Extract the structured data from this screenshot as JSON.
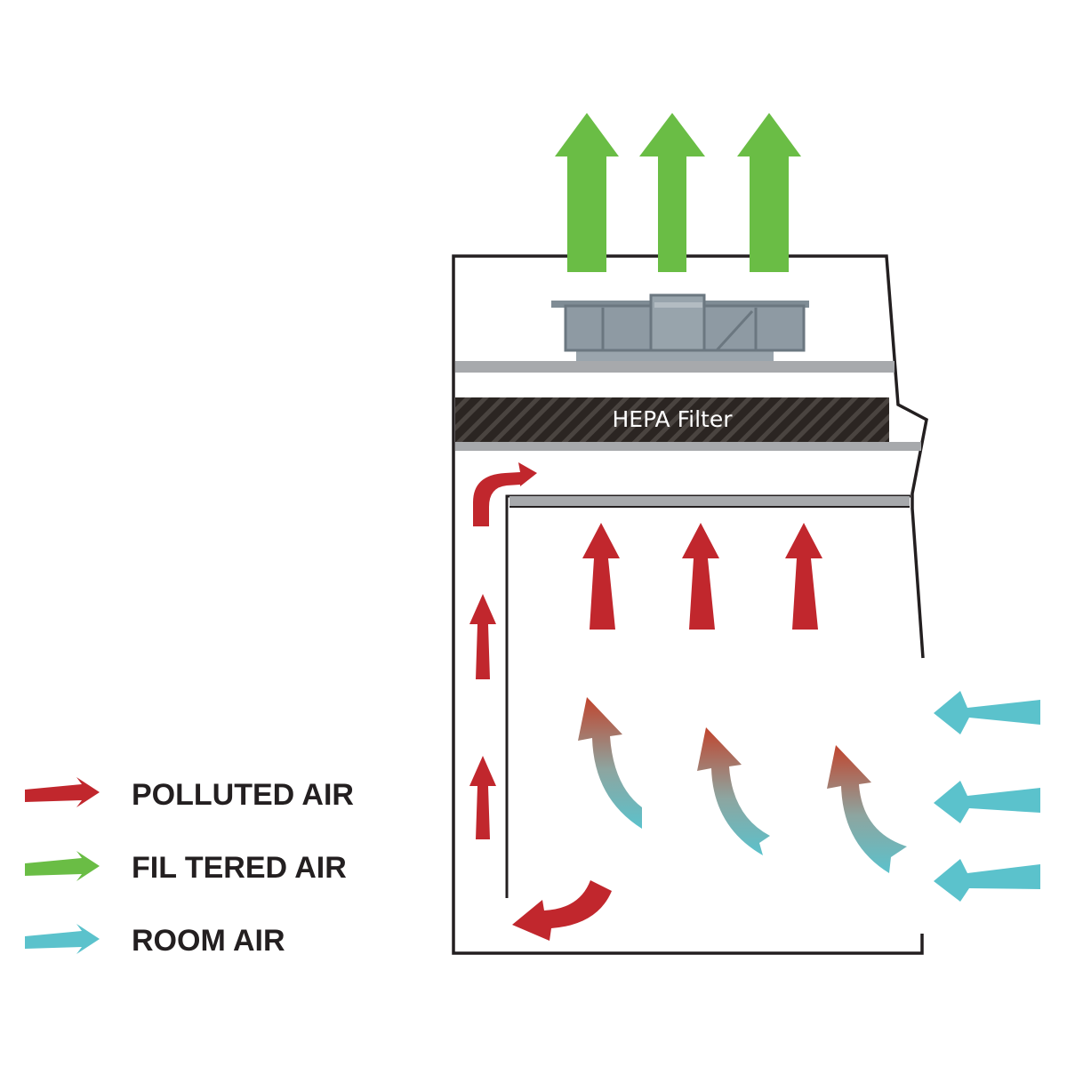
{
  "colors": {
    "polluted": "#c1272d",
    "filtered": "#6abd45",
    "room": "#5bc2cc",
    "outline": "#231f20",
    "shelf": "#a7a9ac",
    "fan": "#8e9aa3",
    "filter_body": "#2b2522"
  },
  "diagram": {
    "filter_label": "HEPA Filter"
  },
  "legend": {
    "polluted_label": "POLLUTED AIR",
    "filtered_label": "FIL TERED AIR",
    "room_label": "ROOM AIR"
  },
  "icons": {
    "fan": "exhaust-fan-icon",
    "polluted": "red-arrow-icon",
    "filtered": "green-arrow-icon",
    "room": "cyan-arrow-icon"
  }
}
